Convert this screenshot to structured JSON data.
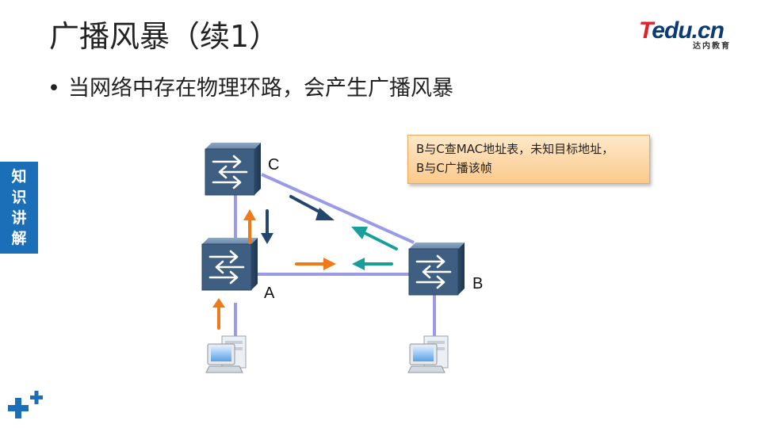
{
  "slide": {
    "title": "广播风暴（续1）",
    "bullet": "当网络中存在物理环路，会产生广播风暴",
    "side_tab": [
      "知",
      "识",
      "讲",
      "解"
    ]
  },
  "logo": {
    "main_prefix": "T",
    "main_rest": "edu.cn",
    "sub": "达内教育"
  },
  "callout": {
    "line1": "B与C查MAC地址表，未知目标地址，",
    "line2": "B与C广播该帧"
  },
  "diagram": {
    "nodes": {
      "a": "A",
      "b": "B",
      "c": "C"
    },
    "colors": {
      "link": "#9a9ae6",
      "switch": "#3f5f82",
      "arrow_orange": "#f07a1a",
      "arrow_navy": "#24466e",
      "arrow_teal": "#17a09a"
    }
  }
}
